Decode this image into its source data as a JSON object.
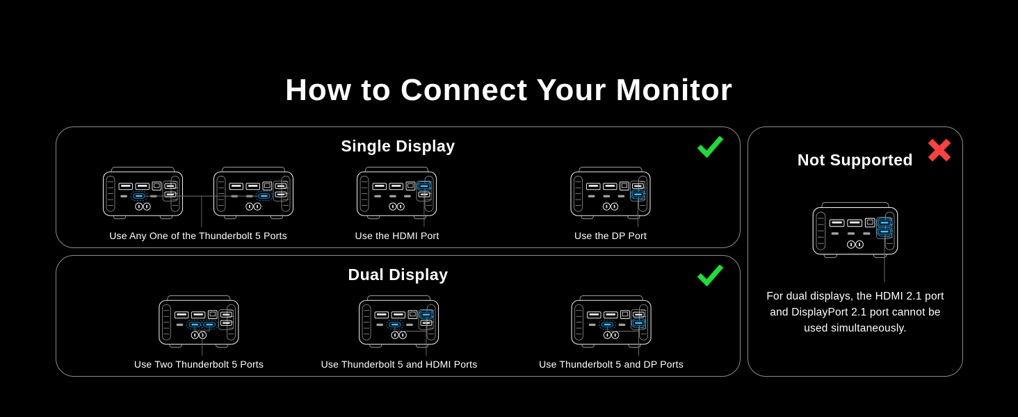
{
  "page": {
    "title": "How to Connect Your Monitor"
  },
  "colors": {
    "background": "#000000",
    "panel_border": "#8c8c8c",
    "art": "#ededed",
    "art_dim": "#9e9e9e",
    "accent": "#1e9be0",
    "accent_bright": "#46c2ff",
    "port_fill": "#04121c",
    "connector": "#707070",
    "success": "#1edc3c",
    "error": "#f94141"
  },
  "sections": {
    "single": {
      "title": "Single Display",
      "status": "supported",
      "status_icon": "check-icon",
      "figures": [
        {
          "label": "Use Any One of the Thunderbolt 5 Ports",
          "devices": [
            [
              "tb1"
            ],
            [
              "tb2"
            ]
          ],
          "connector": "pair"
        },
        {
          "label": "Use the HDMI Port",
          "devices": [
            [
              "hdmi"
            ]
          ],
          "connector": "hdmi"
        },
        {
          "label": "Use the DP Port",
          "devices": [
            [
              "dp"
            ]
          ],
          "connector": "dp"
        }
      ]
    },
    "dual": {
      "title": "Dual Display",
      "status": "supported",
      "status_icon": "check-icon",
      "figures": [
        {
          "label": "Use Two Thunderbolt 5 Ports",
          "devices": [
            [
              "tb1",
              "tb2"
            ]
          ],
          "connector": "tb-pair"
        },
        {
          "label": "Use Thunderbolt 5 and HDMI Ports",
          "devices": [
            [
              "tb1",
              "hdmi"
            ]
          ],
          "connector": "tb-hdmi"
        },
        {
          "label": "Use Thunderbolt 5 and DP Ports",
          "devices": [
            [
              "tb1",
              "dp"
            ]
          ],
          "connector": "tb-dp"
        }
      ]
    },
    "not_supported": {
      "title": "Not Supported",
      "status": "not-supported",
      "status_icon": "cross-icon",
      "figure": {
        "devices": [
          [
            "hdmi",
            "dp"
          ]
        ],
        "connector": "ns"
      },
      "note": "For dual displays, the HDMI 2.1 port and DisplayPort 2.1 port cannot be used simultaneously."
    }
  }
}
